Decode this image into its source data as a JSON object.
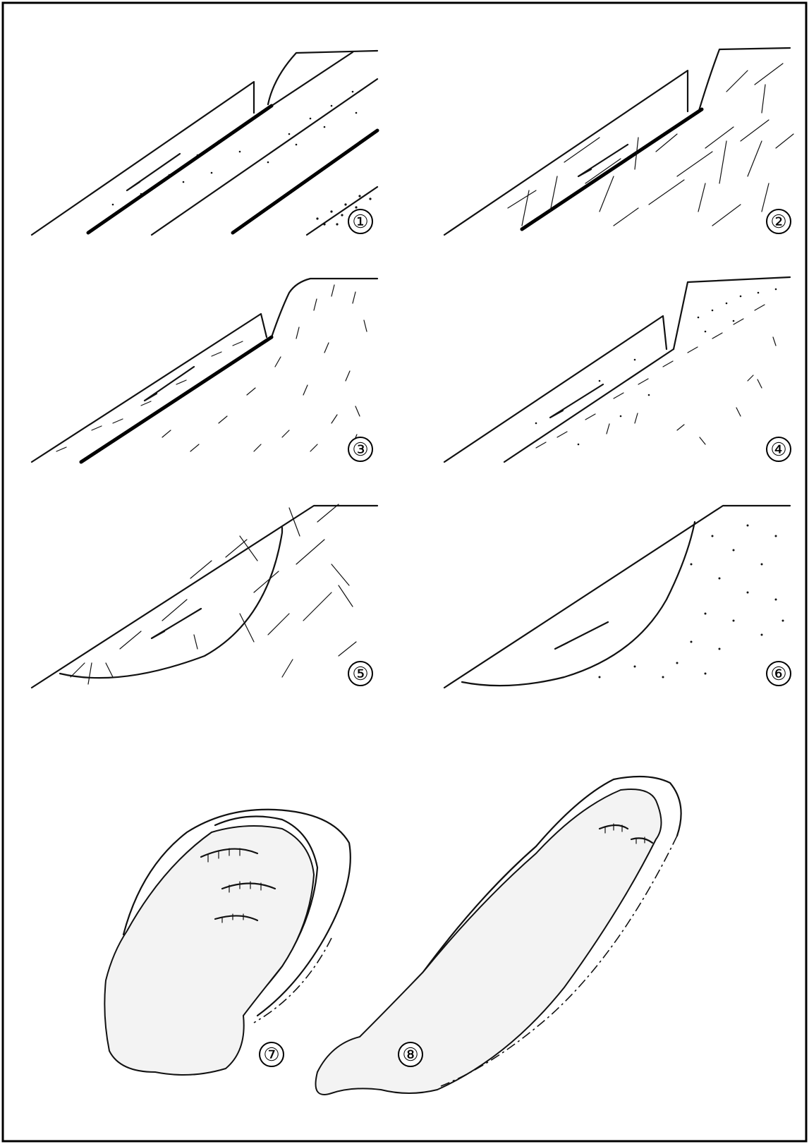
{
  "panels": [
    {
      "id": 1,
      "label": "①",
      "rock": "bedded-layers",
      "slide": "planar"
    },
    {
      "id": 2,
      "label": "②",
      "rock": "jointed-rock",
      "slide": "planar"
    },
    {
      "id": 3,
      "label": "③",
      "rock": "foliated-rock",
      "slide": "planar"
    },
    {
      "id": 4,
      "label": "④",
      "rock": "weathered-soil",
      "slide": "planar"
    },
    {
      "id": 5,
      "label": "⑤",
      "rock": "jointed-rock",
      "slide": "rotational"
    },
    {
      "id": 6,
      "label": "⑥",
      "rock": "soil",
      "slide": "rotational"
    },
    {
      "id": 7,
      "label": "⑦",
      "rock": "landslide-oblique-view",
      "slide": "rotational"
    },
    {
      "id": 8,
      "label": "⑧",
      "rock": "landslide-oblique-view",
      "slide": "translational"
    }
  ],
  "colors": {
    "ink": "#111111",
    "paper": "#ffffff"
  }
}
